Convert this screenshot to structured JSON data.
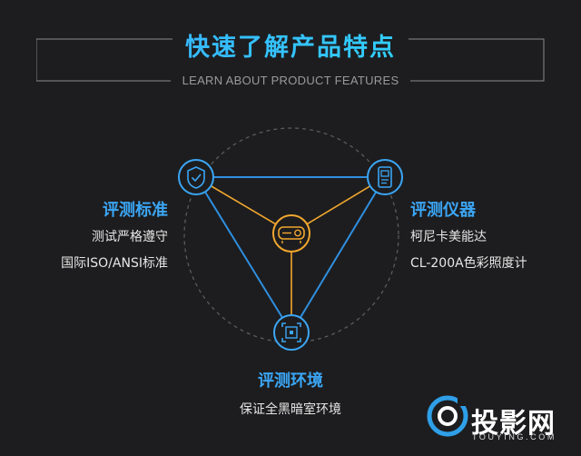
{
  "header": {
    "title": "快速了解产品特点",
    "subtitle": "LEARN ABOUT PRODUCT FEATURES"
  },
  "features": {
    "standard": {
      "title": "评测标准",
      "lines": [
        "测试严格遵守",
        "国际ISO/ANSI标准"
      ]
    },
    "instrument": {
      "title": "评测仪器",
      "lines": [
        "柯尼卡美能达",
        "CL-200A色彩照度计"
      ]
    },
    "environment": {
      "title": "评测环境",
      "lines": [
        "保证全黑暗室环境"
      ]
    }
  },
  "brand": {
    "logo_text": "投影网",
    "logo_sub": "TOUYING.COM"
  },
  "colors": {
    "accent_blue": "#3ba6f5",
    "accent_orange": "#f2a72e",
    "background": "#1d1d1f"
  },
  "icons": {
    "standard": "shield-check-icon",
    "instrument": "meter-device-icon",
    "environment": "scan-frame-icon",
    "center": "projector-icon",
    "logo": "lens-logo-icon"
  }
}
